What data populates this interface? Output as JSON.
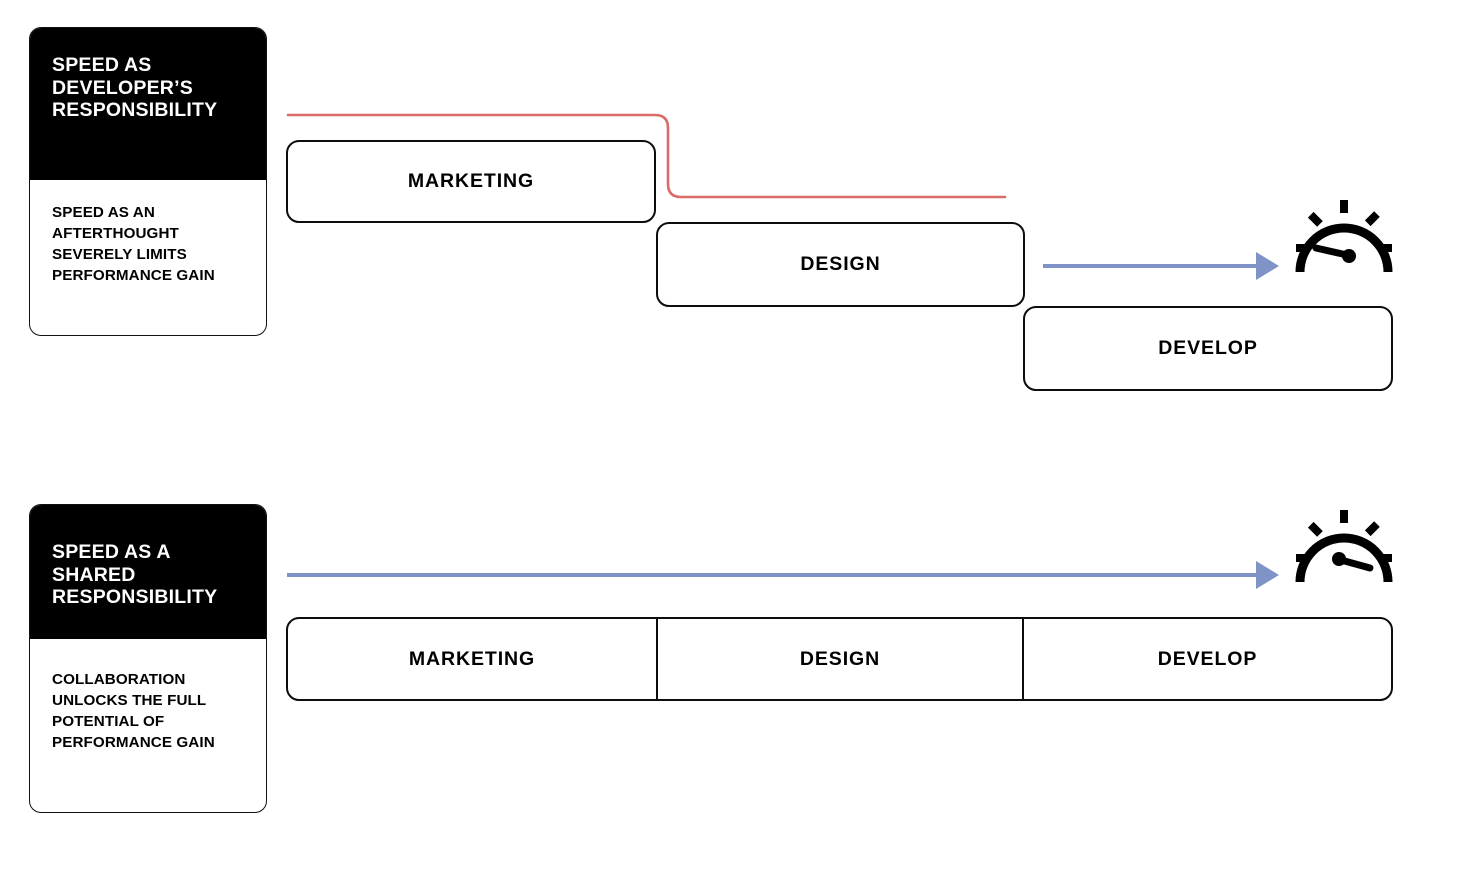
{
  "diagram": {
    "title": "Speed as developer's responsibility vs shared responsibility",
    "colors": {
      "arrow_blue": "#7f93c6",
      "path_red": "#da6c68",
      "box_border": "#0d0d0d",
      "card_header_bg": "#000000",
      "card_header_text": "#ffffff",
      "background": "#ffffff"
    }
  },
  "sections": [
    {
      "id": "developer-responsibility",
      "card": {
        "heading": "SPEED AS DEVELOPER’S RESPONSIBILITY",
        "body": "SPEED AS AN AFTERTHOUGHT SEVERELY LIMITS PERFORMANCE GAIN"
      },
      "stages": [
        {
          "id": "marketing",
          "label": "MARKETING"
        },
        {
          "id": "design",
          "label": "DESIGN"
        },
        {
          "id": "develop",
          "label": "DEVELOP"
        }
      ],
      "connectors": [
        {
          "id": "red-drop-path",
          "kind": "stepped-line",
          "color": "#da6c68",
          "arrowhead": false
        },
        {
          "id": "blue-speed-arrow",
          "kind": "arrow",
          "color": "#7f93c6",
          "arrowhead": true
        }
      ],
      "gauge": {
        "id": "speed-gauge",
        "icon": "gauge-icon",
        "needle": "low",
        "ticks": 5
      }
    },
    {
      "id": "shared-responsibility",
      "card": {
        "heading": "SPEED AS A SHARED RESPONSIBILITY",
        "body": "COLLABORATION UNLOCKS THE FULL POTENTIAL OF PERFORMANCE GAIN"
      },
      "stages": [
        {
          "id": "marketing",
          "label": "MARKETING"
        },
        {
          "id": "design",
          "label": "DESIGN"
        },
        {
          "id": "develop",
          "label": "DEVELOP"
        }
      ],
      "connectors": [
        {
          "id": "blue-speed-arrow",
          "kind": "arrow",
          "color": "#7f93c6",
          "arrowhead": true
        }
      ],
      "gauge": {
        "id": "speed-gauge",
        "icon": "gauge-icon",
        "needle": "high",
        "ticks": 5
      }
    }
  ]
}
